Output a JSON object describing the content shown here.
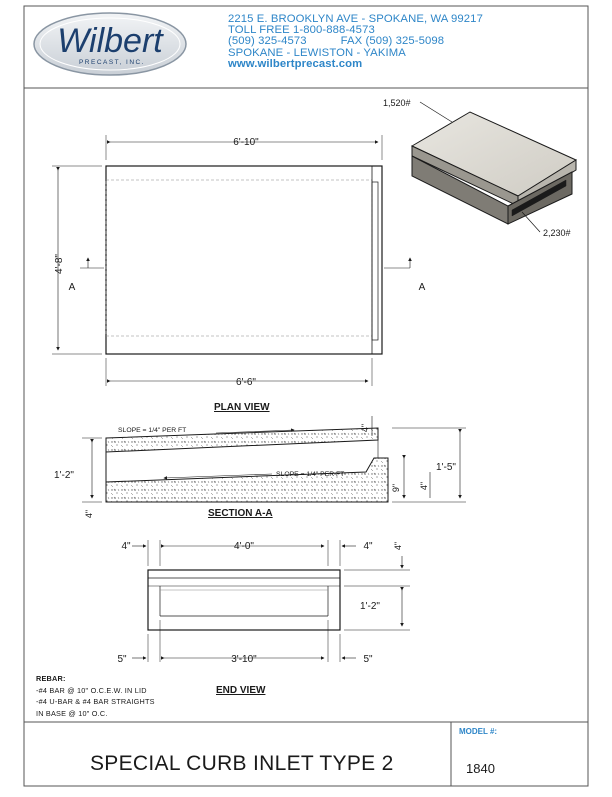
{
  "header": {
    "logo_text": "Wilbert",
    "logo_subtext": "PRECAST, INC.",
    "address": "2215 E. BROOKLYN AVE - SPOKANE, WA 99217",
    "toll_free": "TOLL FREE  1-800-888-4573",
    "phone": "(509) 325-4573",
    "fax": "FAX (509) 325-5098",
    "locations": "SPOKANE - LEWISTON - YAKIMA",
    "website": "www.wilbertprecast.com"
  },
  "weights": {
    "lid": "1,520#",
    "base": "2,230#"
  },
  "plan_view": {
    "title": "PLAN VIEW",
    "overall_width": "6'-10\"",
    "inner_width": "6'-6\"",
    "height": "4'-8\"",
    "section_marker_left": "A",
    "section_marker_right": "A"
  },
  "section_view": {
    "title": "SECTION A-A",
    "slope_top": "SLOPE = 1/4\" PER FT",
    "slope_bottom": "SLOPE = 1/4\" PER FT",
    "dim_left_height": "1'-2\"",
    "dim_right_height": "1'-5\"",
    "dim_top_small": "4\"",
    "dim_opening": "9\"",
    "dim_bottom_small": "4\"",
    "dim_right_small": "4\""
  },
  "end_view": {
    "title": "END VIEW",
    "top_left": "4\"",
    "top_middle": "4'-0\"",
    "top_right": "4\"",
    "right_top": "4\"",
    "right_height": "1'-2\"",
    "bottom_left": "5\"",
    "bottom_middle": "3'-10\"",
    "bottom_right": "5\""
  },
  "rebar": {
    "title": "REBAR:",
    "line1": "-#4 BAR @ 10\" O.C.E.W. IN LID",
    "line2": "-#4 U-BAR & #4 BAR STRAIGHTS",
    "line3": "IN BASE @ 10\" O.C."
  },
  "title_block": {
    "title": "SPECIAL CURB INLET TYPE 2",
    "model_label": "MODEL #:",
    "model_number": "1840"
  },
  "colors": {
    "brand_blue": "#2e86c8",
    "line": "#1a1a1a",
    "concrete_hatch": "#777777"
  }
}
